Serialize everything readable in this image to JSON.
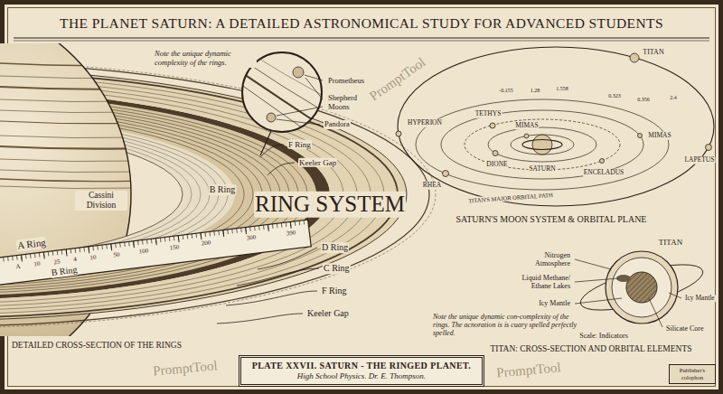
{
  "diagram": {
    "title": "THE PLANET SATURN: A DETAILED ASTRONOMICAL STUDY FOR ADVANCED STUDENTS",
    "nodes": [
      {
        "text": [
          "PLATE XXVII. SATURN - THE RINGED PLANET.",
          "High School Physics. Dr. E. Thompson."
        ]
      },
      {
        "text": [
          "Publisher's colophon"
        ]
      }
    ],
    "labels": [
      "Note the unique dynamic complexity of the rings.",
      "Prometheus",
      "Shepherd Moons",
      "Pandora",
      "F Ring",
      "Keeler Gap",
      "Cassini Division",
      "B Ring",
      "RING SYSTEM",
      "A Ring",
      "B Ring",
      "A",
      "10",
      "25",
      "4",
      "10",
      "50",
      "100",
      "150",
      "200",
      "300",
      "390",
      "D Ring",
      "C Ring",
      "F Ring",
      "Keeler Gap",
      "DETAILED CROSS-SECTION OF THE RINGS",
      "TITAN",
      "TETHYS",
      "MIMAS",
      "HYPERION",
      "DIONE",
      "SATURN",
      "MIMAS",
      "RHEA",
      "ENCELADUS",
      "LAPETUS",
      "-0.155",
      "1.28",
      "1.558",
      "0.323",
      "0.356",
      "2.4",
      "TITAN'S MAJOR ORBITAL PATH",
      "SATURN'S MOON SYSTEM & ORBITAL PLANE",
      "TITAN",
      "Nitrogen Atmosphere",
      "Liquid Methane/ Ethane Lakes",
      "Icy Mantle",
      "Icy Mantle",
      "Silicate Core",
      "Scale: Indicators",
      "TITAN: CROSS-SECTION AND ORBITAL ELEMENTS",
      "Note the unique dynamic con-complexity of the rings. The acnoration is is cuary spelled perfectly spelled.",
      "PromptTool",
      "PromptTool",
      "PromptTool"
    ]
  }
}
